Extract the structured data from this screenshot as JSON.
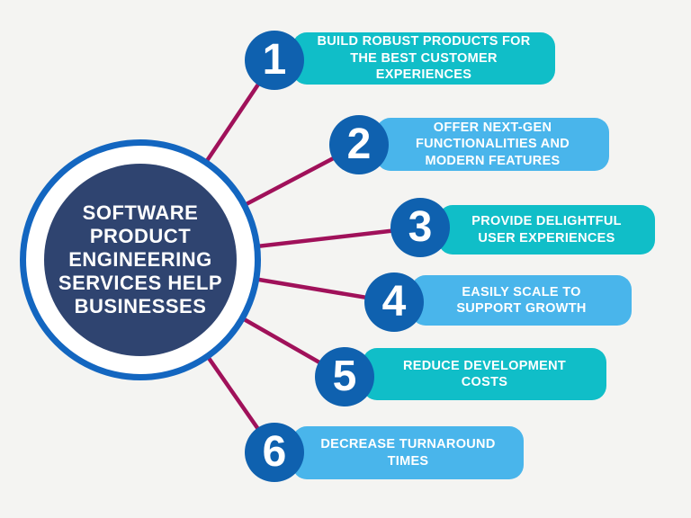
{
  "canvas": {
    "bg": "#f4f4f2"
  },
  "hub": {
    "title": "SOFTWARE\nPRODUCT\nENGINEERING\nSERVICES HELP\nBUSINESSES",
    "fill": "#2f4470",
    "ring_color": "#1366c0",
    "text_color": "#ffffff"
  },
  "connectors": {
    "color": "#a0115a"
  },
  "number_circle": {
    "fill": "#0f61af",
    "text_color": "#ffffff"
  },
  "items": [
    {
      "number": "1",
      "label": "BUILD ROBUST PRODUCTS FOR\nTHE BEST CUSTOMER\nEXPERIENCES",
      "color": "#10bec8"
    },
    {
      "number": "2",
      "label": "OFFER NEXT-GEN\nFUNCTIONALITIES AND\nMODERN FEATURES",
      "color": "#49b5eb"
    },
    {
      "number": "3",
      "label": "PROVIDE DELIGHTFUL\nUSER EXPERIENCES",
      "color": "#10bec8"
    },
    {
      "number": "4",
      "label": "EASILY SCALE TO\nSUPPORT GROWTH",
      "color": "#49b5eb"
    },
    {
      "number": "5",
      "label": "REDUCE DEVELOPMENT\nCOSTS",
      "color": "#10bec8"
    },
    {
      "number": "6",
      "label": "DECREASE TURNAROUND\nTIMES",
      "color": "#49b5eb"
    }
  ]
}
